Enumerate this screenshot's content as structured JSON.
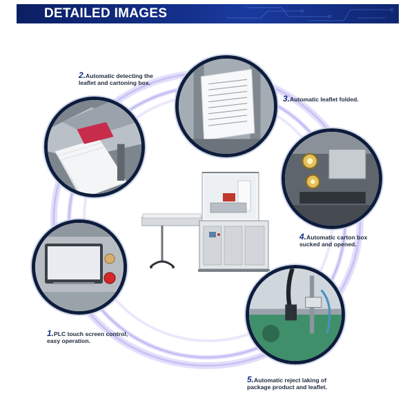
{
  "header": {
    "title": "DETAILED IMAGES"
  },
  "features": [
    {
      "num": "1.",
      "lines": [
        "PLC touch screen control,",
        "easy operation."
      ]
    },
    {
      "num": "2.",
      "lines": [
        "Automatic detecting the",
        "leaflet and cartoning box."
      ]
    },
    {
      "num": "3.",
      "lines": [
        "Automatic leaflet folded."
      ]
    },
    {
      "num": "4.",
      "lines": [
        "Automatic carton box",
        "sucked and opened."
      ]
    },
    {
      "num": "5.",
      "lines": [
        "Automatic reject laking of",
        "package product and leaflet."
      ]
    }
  ],
  "colors": {
    "header": "#14318d",
    "accent_ring": "#c9c3f5",
    "frame": "#0e1c3c"
  },
  "icons": [
    "machine-illustration",
    "plc-screen-photo",
    "leaflet-box-photo",
    "leaflet-fold-photo",
    "carton-suction-photo",
    "reject-sensor-photo"
  ]
}
